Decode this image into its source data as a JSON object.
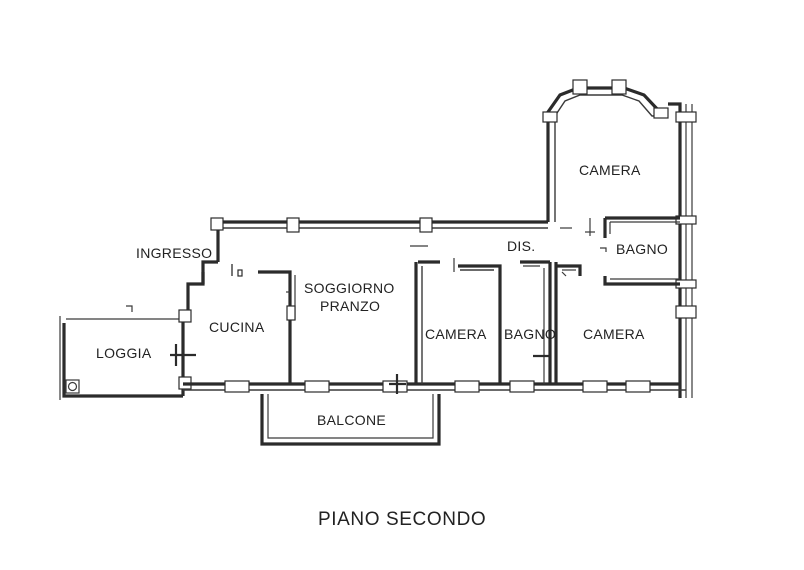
{
  "plan": {
    "title": "PIANO SECONDO",
    "rooms": {
      "camera_top": "CAMERA",
      "bagno_top": "BAGNO",
      "dis": "DIS.",
      "ingresso": "INGRESSO",
      "soggiorno": "SOGGIORNO",
      "pranzo": "PRANZO",
      "cucina": "CUCINA",
      "loggia": "LOGGIA",
      "camera_mid": "CAMERA",
      "bagno_mid": "BAGNO",
      "camera_right": "CAMERA",
      "balcone": "BALCONE"
    }
  }
}
